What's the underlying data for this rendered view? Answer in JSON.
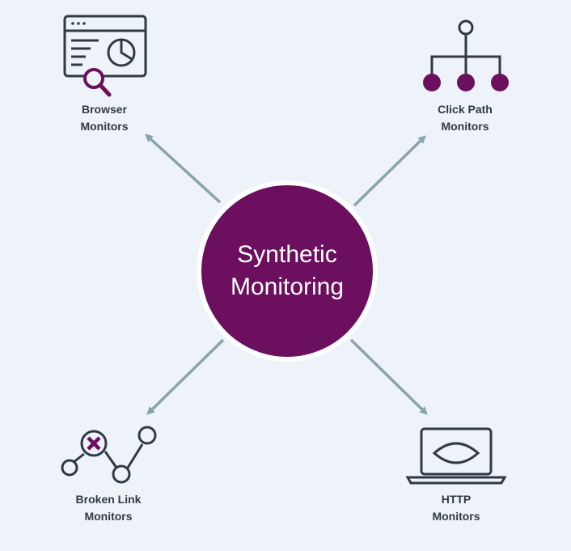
{
  "center": {
    "line1": "Synthetic",
    "line2": "Monitoring"
  },
  "nodes": [
    {
      "id": "browser",
      "icon": "browser-window-magnifier-icon",
      "line1": "Browser",
      "line2": "Monitors"
    },
    {
      "id": "clickpath",
      "icon": "hierarchy-tree-icon",
      "line1": "Click Path",
      "line2": "Monitors"
    },
    {
      "id": "brokenlink",
      "icon": "broken-link-graph-icon",
      "line1": "Broken Link",
      "line2": "Monitors"
    },
    {
      "id": "http",
      "icon": "laptop-eye-icon",
      "line1": "HTTP",
      "line2": "Monitors"
    }
  ],
  "colors": {
    "background": "#eef3f9",
    "accent": "#6b0f5e",
    "stroke": "#2f3a44",
    "arrow": "#8aa3ad",
    "ring": "#ffffff"
  }
}
